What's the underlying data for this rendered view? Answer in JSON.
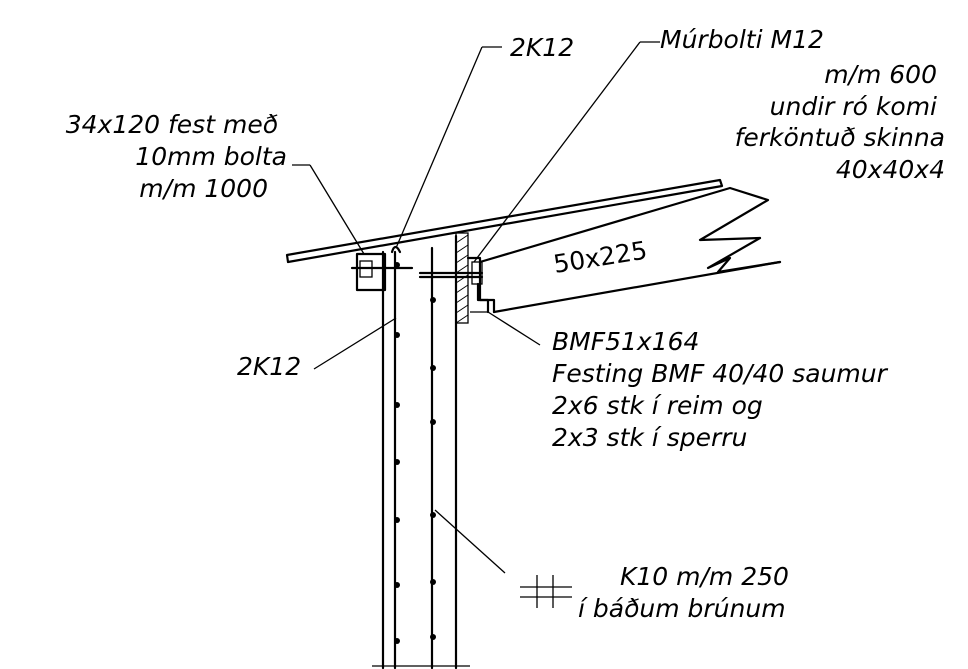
{
  "labels": {
    "rebar_top": "2K12",
    "bolt_line1": "Múrbolti M12",
    "bolt_line2": "m/m 600",
    "bolt_line3": "undir ró komi",
    "bolt_line4": "ferköntuð skinna",
    "bolt_line5": "40x40x4",
    "plank_line1": "34x120 fest með",
    "plank_line2": "10mm bolta",
    "plank_line3": "m/m 1000",
    "rafter": "50x225",
    "rebar_side": "2K12",
    "bracket_line1": "BMF51x164",
    "bracket_line2": "Festing BMF 40/40 saumur",
    "bracket_line3": "2x6 stk í reim og",
    "bracket_line4": "2x3 stk í sperru",
    "mesh_line1": "K10 m/m 250",
    "mesh_line2": "í báðum brúnum"
  },
  "icons": {
    "mesh_symbol": "grid-hash-icon"
  }
}
